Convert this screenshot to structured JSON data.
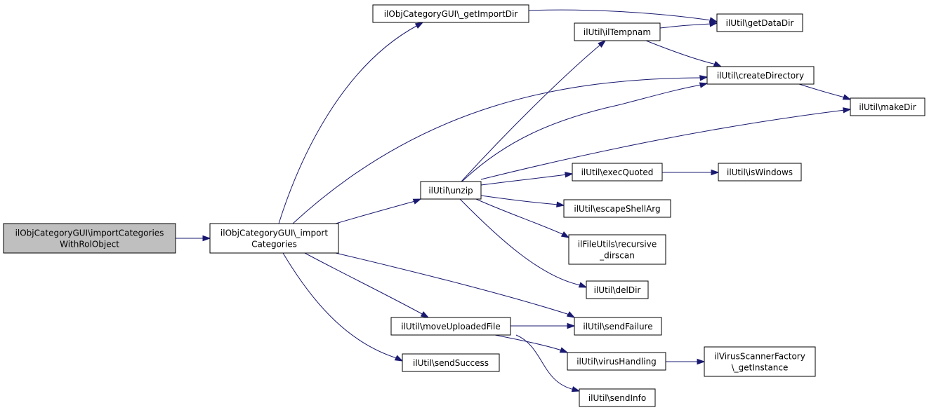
{
  "nodes": [
    {
      "id": "root",
      "lines": [
        "ilObjCategoryGUI\\importCategories",
        "WithRolObject"
      ],
      "highlight": true
    },
    {
      "id": "import",
      "lines": [
        "ilObjCategoryGUI\\_import",
        "Categories"
      ]
    },
    {
      "id": "getImportDir",
      "lines": [
        "ilObjCategoryGUI\\_getImportDir"
      ]
    },
    {
      "id": "unzip",
      "lines": [
        "ilUtil\\unzip"
      ]
    },
    {
      "id": "moveUploaded",
      "lines": [
        "ilUtil\\moveUploadedFile"
      ]
    },
    {
      "id": "sendSuccess",
      "lines": [
        "ilUtil\\sendSuccess"
      ]
    },
    {
      "id": "ilTempnam",
      "lines": [
        "ilUtil\\ilTempnam"
      ]
    },
    {
      "id": "getDataDir",
      "lines": [
        "ilUtil\\getDataDir"
      ]
    },
    {
      "id": "createDirectory",
      "lines": [
        "ilUtil\\createDirectory"
      ]
    },
    {
      "id": "makeDir",
      "lines": [
        "ilUtil\\makeDir"
      ]
    },
    {
      "id": "execQuoted",
      "lines": [
        "ilUtil\\execQuoted"
      ]
    },
    {
      "id": "isWindows",
      "lines": [
        "ilUtil\\isWindows"
      ]
    },
    {
      "id": "escapeShellArg",
      "lines": [
        "ilUtil\\escapeShellArg"
      ]
    },
    {
      "id": "recursiveDirscan",
      "lines": [
        "ilFileUtils\\recursive",
        "_dirscan"
      ]
    },
    {
      "id": "delDir",
      "lines": [
        "ilUtil\\delDir"
      ]
    },
    {
      "id": "sendFailure",
      "lines": [
        "ilUtil\\sendFailure"
      ]
    },
    {
      "id": "virusHandling",
      "lines": [
        "ilUtil\\virusHandling"
      ]
    },
    {
      "id": "virusScanner",
      "lines": [
        "ilVirusScannerFactory",
        "\\_getInstance"
      ]
    },
    {
      "id": "sendInfo",
      "lines": [
        "ilUtil\\sendInfo"
      ]
    }
  ],
  "edges": [
    [
      "root",
      "import"
    ],
    [
      "import",
      "getImportDir"
    ],
    [
      "import",
      "unzip"
    ],
    [
      "import",
      "createDirectory"
    ],
    [
      "import",
      "moveUploaded"
    ],
    [
      "import",
      "sendSuccess"
    ],
    [
      "import",
      "sendFailure"
    ],
    [
      "getImportDir",
      "getDataDir"
    ],
    [
      "unzip",
      "ilTempnam"
    ],
    [
      "unzip",
      "createDirectory"
    ],
    [
      "unzip",
      "makeDir"
    ],
    [
      "unzip",
      "execQuoted"
    ],
    [
      "unzip",
      "escapeShellArg"
    ],
    [
      "unzip",
      "recursiveDirscan"
    ],
    [
      "unzip",
      "delDir"
    ],
    [
      "ilTempnam",
      "getDataDir"
    ],
    [
      "ilTempnam",
      "createDirectory"
    ],
    [
      "createDirectory",
      "makeDir"
    ],
    [
      "execQuoted",
      "isWindows"
    ],
    [
      "moveUploaded",
      "sendFailure"
    ],
    [
      "moveUploaded",
      "virusHandling"
    ],
    [
      "moveUploaded",
      "sendInfo"
    ],
    [
      "virusHandling",
      "virusScanner"
    ]
  ],
  "colors": {
    "edge": "#191970",
    "root_fill": "#bfbfbf",
    "node_fill": "#ffffff",
    "border": "#000000"
  }
}
